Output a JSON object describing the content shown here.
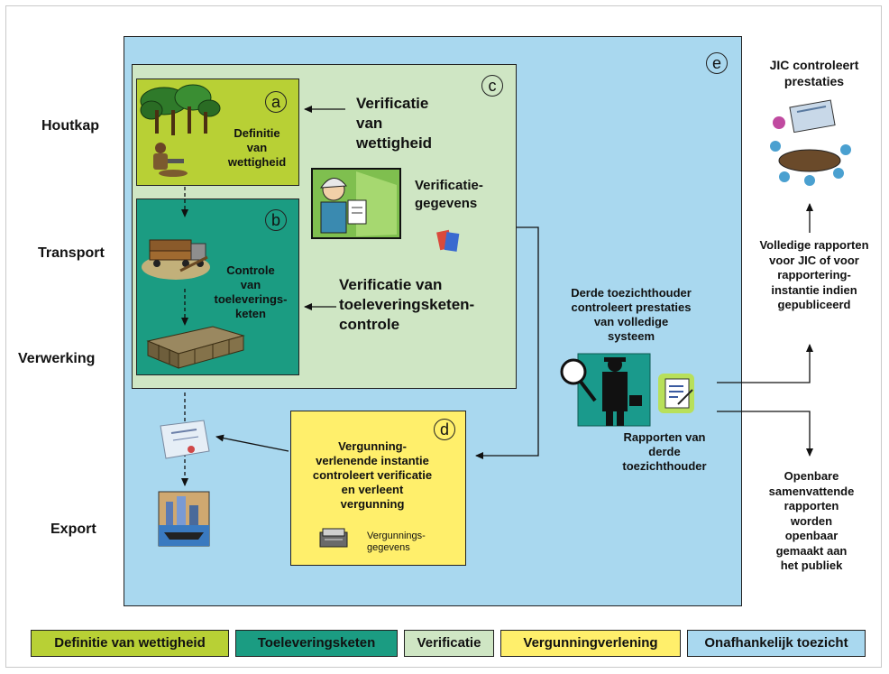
{
  "stages": [
    "Houtkap",
    "Transport",
    "Verwerking",
    "Export"
  ],
  "markers": {
    "a": "a",
    "b": "b",
    "c": "c",
    "d": "d",
    "e": "e"
  },
  "box_a": {
    "text": "Definitie\nvan\nwettigheid"
  },
  "box_b": {
    "text": "Controle\nvan\ntoeleverings-\nketen"
  },
  "verification": {
    "legality": "Verificatie\nvan\nwettigheid",
    "data": "Verificatie-\ngegevens",
    "supply_chain": "Verificatie van\ntoeleveringsketen-\ncontrole"
  },
  "box_d": {
    "text": "Vergunning-\nverlenende instantie\ncontroleert verificatie\nen verleent\nvergunning",
    "permit_data": "Vergunnings-\ngegevens"
  },
  "monitor": {
    "title": "Derde toezichthouder\ncontroleert prestaties\nvan volledige\nsysteem",
    "reports": "Rapporten van\nderde\ntoezichthouder"
  },
  "right": {
    "jic": "JIC controleert\nprestaties",
    "full_reports": "Volledige rapporten\nvoor JIC of voor\nrapportering-\ninstantie indien\ngepubliceerd",
    "public_reports": "Openbare\nsamenvattende\nrapporten\nworden\nopenbaar\ngemaakt aan\nhet publiek"
  },
  "legend": [
    {
      "label": "Definitie van wettigheid",
      "color": "#b8d035"
    },
    {
      "label": "Toeleveringsketen",
      "color": "#1b9c82"
    },
    {
      "label": "Verificatie",
      "color": "#cfe6c4"
    },
    {
      "label": "Vergunningverlening",
      "color": "#ffef6b"
    },
    {
      "label": "Onafhankelijk toezicht",
      "color": "#a9d8ef"
    }
  ]
}
